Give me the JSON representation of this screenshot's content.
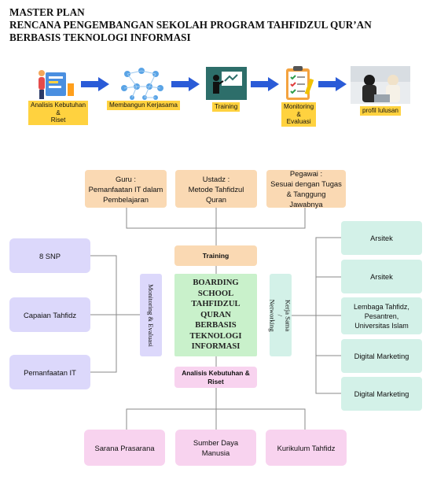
{
  "title": {
    "line1": "MASTER PLAN",
    "line2": "RENCANA PENGEMBANGAN SEKOLAH PROGRAM TAHFIDZUL QUR’AN",
    "line3": "BERBASIS TEKNOLOGI INFORMASI"
  },
  "flow": [
    {
      "icon": "analysis-person-icon",
      "label": "Analisis Kebutuhan\n&\nRiset"
    },
    {
      "icon": "network-people-icon",
      "label": "Membangun Kerjasama"
    },
    {
      "icon": "training-presentation-icon",
      "label": "Training"
    },
    {
      "icon": "checklist-clipboard-icon",
      "label": "Monitoring\n&\nEvaluasi"
    },
    {
      "icon": "graduates-photo-icon",
      "label": "profil lulusan"
    }
  ],
  "diagram": {
    "top": {
      "guru": "Guru :\nPemanfaatan IT dalam\nPembelajaran",
      "ustadz": "Ustadz :\nMetode Tahfidzul\nQuran",
      "pegawai": "Pegawai :\nSesuai dengan Tugas\n& Tanggung Jawabnya"
    },
    "training": "Training",
    "center": "BOARDING\nSCHOOL\nTAHFIDZUL QURAN\nBERBASIS\nTEKNOLOGI\nINFORMASI",
    "monitoring": "Monitoring & Evaluasi",
    "kerjasama": "Kerja Sama /\nNetworking",
    "analisis": "Analisis Kebutuhan &\nRiset",
    "left": [
      "8 SNP",
      "Capaian Tahfidz",
      "Pemanfaatan IT"
    ],
    "right": [
      "Arsitek",
      "Arsitek",
      "Lembaga Tahfidz,\nPesantren,\nUniversitas Islam",
      "Digital Marketing",
      "Digital Marketing"
    ],
    "bottom": [
      "Sarana Prasarana",
      "Sumber Daya Manusia",
      "Kurikulum Tahfidz"
    ]
  },
  "colors": {
    "peach": "#fad9b3",
    "lavender": "#dcd8fb",
    "mint": "#d3f1e8",
    "pink": "#f8d3ef",
    "center": "#c9f1cb",
    "label_yellow": "#ffd23f",
    "arrow_blue": "#2a5bd7"
  }
}
